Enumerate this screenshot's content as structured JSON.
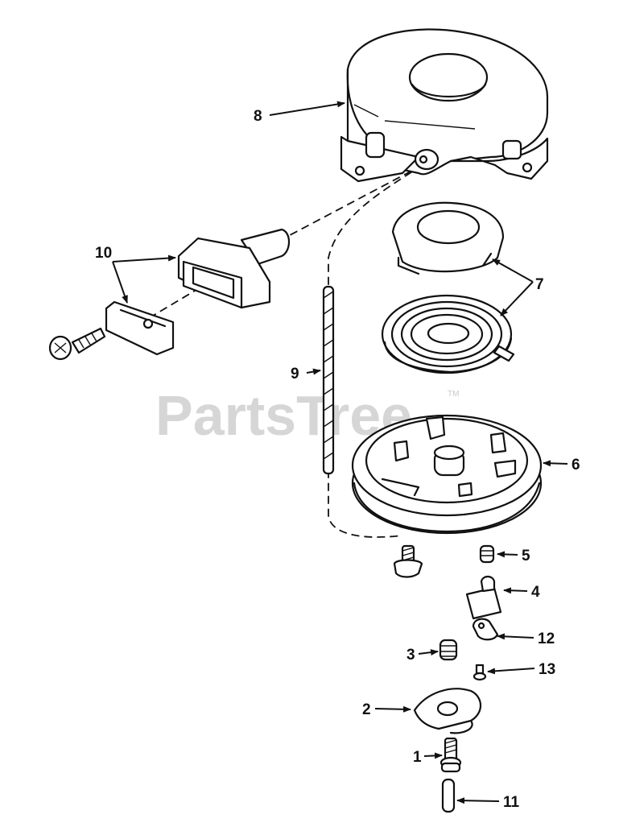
{
  "watermark": {
    "text": "PartsTree",
    "tm": "TM"
  },
  "parts": [
    {
      "id": "1",
      "icon": "screw-icon"
    },
    {
      "id": "2",
      "icon": "cam-plate-icon"
    },
    {
      "id": "3",
      "icon": "spring-icon"
    },
    {
      "id": "4",
      "icon": "pawl-icon"
    },
    {
      "id": "5",
      "icon": "spring-icon"
    },
    {
      "id": "6",
      "icon": "pulley-icon"
    },
    {
      "id": "7",
      "icon": "recoil-spring-icon"
    },
    {
      "id": "8",
      "icon": "starter-housing-icon"
    },
    {
      "id": "9",
      "icon": "starter-rope-icon"
    },
    {
      "id": "10",
      "icon": "handle-icon"
    },
    {
      "id": "11",
      "icon": "pin-icon"
    },
    {
      "id": "12",
      "icon": "link-icon"
    },
    {
      "id": "13",
      "icon": "screw-icon"
    }
  ]
}
